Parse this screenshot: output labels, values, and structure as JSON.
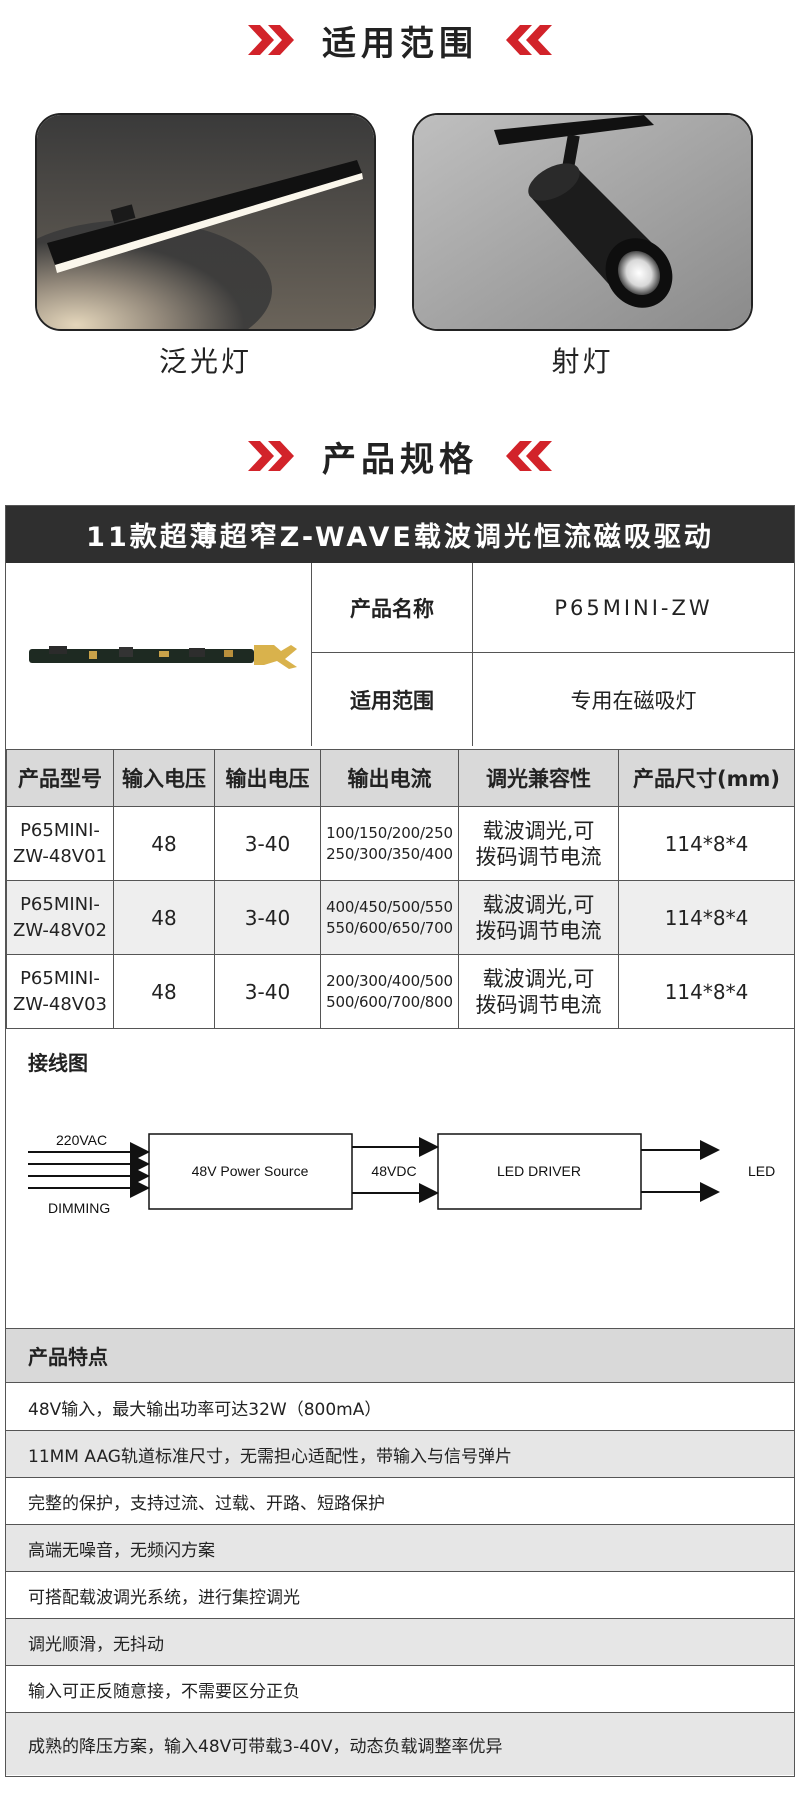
{
  "section1": {
    "title": "适用范围"
  },
  "applications": [
    {
      "caption": "泛光灯"
    },
    {
      "caption": "射灯"
    }
  ],
  "section2": {
    "title": "产品规格"
  },
  "spec": {
    "banner": "11款超薄超窄Z-WAVE载波调光恒流磁吸驱动",
    "info": [
      {
        "label": "产品名称",
        "value": "P65MINI-ZW"
      },
      {
        "label": "适用范围",
        "value": "专用在磁吸灯"
      }
    ],
    "table_headers": [
      "产品型号",
      "输入电压",
      "输出电压",
      "输出电流",
      "调光兼容性",
      "产品尺寸(mm)"
    ],
    "rows": [
      {
        "model_1": "P65MINI-",
        "model_2": "ZW-48V01",
        "vin": "48",
        "vout": "3-40",
        "current_1": "100/150/200/250",
        "current_2": "250/300/350/400",
        "dim_1": "载波调光,可",
        "dim_2": "拨码调节电流",
        "size": "114*8*4"
      },
      {
        "model_1": "P65MINI-",
        "model_2": "ZW-48V02",
        "vin": "48",
        "vout": "3-40",
        "current_1": "400/450/500/550",
        "current_2": "550/600/650/700",
        "dim_1": "载波调光,可",
        "dim_2": "拨码调节电流",
        "size": "114*8*4"
      },
      {
        "model_1": "P65MINI-",
        "model_2": "ZW-48V03",
        "vin": "48",
        "vout": "3-40",
        "current_1": "200/300/400/500",
        "current_2": "500/600/700/800",
        "dim_1": "载波调光,可",
        "dim_2": "拨码调节电流",
        "size": "114*8*4"
      }
    ]
  },
  "wiring": {
    "title": "接线图",
    "label_220vac": "220VAC",
    "label_dimming": "DIMMING",
    "power_source": "48V Power Source",
    "label_48vdc": "48VDC",
    "led_driver": "LED DRIVER",
    "label_led": "LED"
  },
  "features": {
    "title": "产品特点",
    "items": [
      "48V输入，最大输出功率可达32W（800mA）",
      "11MM AAG轨道标准尺寸，无需担心适配性，带输入与信号弹片",
      "完整的保护，支持过流、过载、开路、短路保护",
      "高端无噪音，无频闪方案",
      "可搭配载波调光系统，进行集控调光",
      "调光顺滑，无抖动",
      "输入可正反随意接，不需要区分正负",
      "成熟的降压方案，输入48V可带载3-40V，动态负载调整率优异"
    ]
  },
  "colors": {
    "accent": "#d2232a",
    "banner_bg": "#2f2f2f",
    "header_bg": "#d9d9d9",
    "alt_row": "#eeeeee"
  }
}
